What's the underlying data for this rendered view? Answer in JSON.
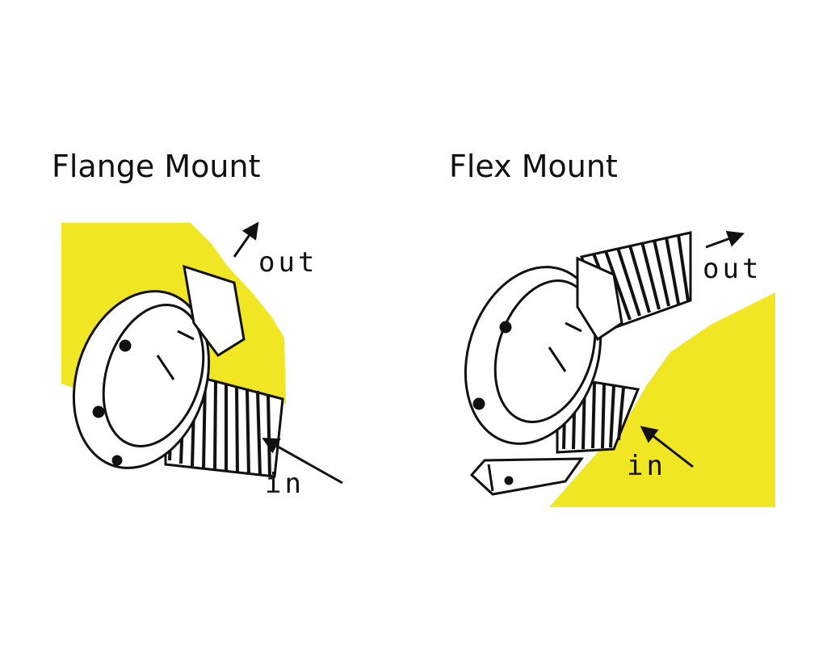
{
  "panels": {
    "flange": {
      "title": "Flange Mount",
      "out_label": "out",
      "in_label": "in"
    },
    "flex": {
      "title": "Flex Mount",
      "out_label": "out",
      "in_label": "in"
    }
  },
  "colors": {
    "wall": "#f0e623",
    "ink": "#111111",
    "background": "#ffffff"
  }
}
